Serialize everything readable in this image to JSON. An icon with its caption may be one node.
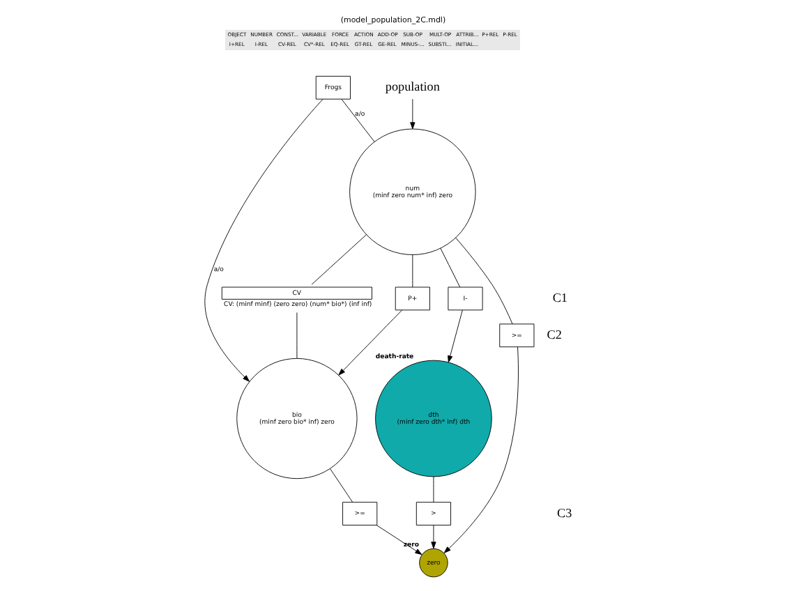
{
  "diagram": {
    "title": "(model_population_2C.mdl)",
    "nodes": [
      {
        "text": [
          "Frogs"
        ]
      },
      {
        "text": [
          "num",
          "(minf zero num* inf) zero"
        ]
      },
      {
        "text": [
          "bio",
          "(minf zero bio* inf) zero"
        ]
      },
      {
        "text": [
          "dth",
          "(minf zero dth* inf) dth"
        ],
        "beside": [
          "death-rate"
        ]
      },
      {
        "text": [
          "zero"
        ],
        "beside": [
          "zero"
        ]
      },
      {
        "text": [
          "P+"
        ]
      },
      {
        "text": [
          "CV"
        ],
        "beside": [
          "CV: (minf minf) (zero zero) (num* bio*) (inf inf)"
        ]
      },
      {
        "text": [
          "I-"
        ]
      },
      {
        "text": [
          ">="
        ]
      },
      {
        "text": [
          ">"
        ]
      },
      {
        "text": [
          ">="
        ]
      },
      {
        "text": [
          "population"
        ]
      }
    ],
    "edges": [
      {
        "from": 0,
        "to": 1,
        "arrow": "none",
        "label": "a/o"
      },
      {
        "from": 0,
        "to": 2,
        "arrow": "to",
        "label": "a/o"
      },
      {
        "from": 1,
        "to": 5,
        "arrow": "none"
      },
      {
        "from": 5,
        "to": 2,
        "arrow": "to"
      },
      {
        "from": 1,
        "to": 6,
        "arrow": "none"
      },
      {
        "from": 6,
        "to": 2,
        "arrow": "none"
      },
      {
        "from": 1,
        "to": 7,
        "arrow": "none"
      },
      {
        "from": 7,
        "to": 3,
        "arrow": "to"
      },
      {
        "from": 1,
        "to": 8,
        "arrow": "none"
      },
      {
        "from": 8,
        "to": 4,
        "arrow": "to"
      },
      {
        "from": 3,
        "to": 9,
        "arrow": "none"
      },
      {
        "from": 9,
        "to": 4,
        "arrow": "to"
      },
      {
        "from": 2,
        "to": 10,
        "arrow": "none"
      },
      {
        "from": 10,
        "to": 4,
        "arrow": "to"
      },
      {
        "from": 11,
        "to": 1,
        "arrow": "to"
      }
    ],
    "labels": [
      "OBJECT",
      "NUMBER",
      "CONST...",
      "VARIABLE",
      "FORCE",
      "ACTION",
      "ADD-OP",
      "SUB-OP",
      "MULT-OP",
      "ATTRIB...",
      "P+REL",
      "P-REL",
      "I+REL",
      "I-REL",
      "CV-REL",
      "CV*-REL",
      "EQ-REL",
      "GT-REL",
      "GE-REL",
      "MINUS-...",
      "SUBSTI...",
      "INITIAL...",
      "C1",
      "C3",
      "C2"
    ]
  }
}
